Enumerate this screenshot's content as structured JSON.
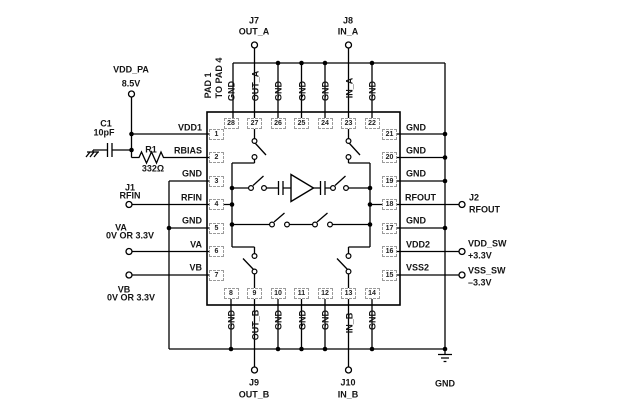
{
  "left_rail": {
    "supply": "VDD_PA",
    "voltage": "8.5V"
  },
  "c1": {
    "ref": "C1",
    "value": "10pF"
  },
  "r1": {
    "ref": "R1",
    "value": "332Ω"
  },
  "j1": {
    "ref": "J1",
    "name": "RFIN"
  },
  "j2": {
    "ref": "J2",
    "name": "RFOUT"
  },
  "j7": {
    "ref": "J7",
    "name": "OUT_A"
  },
  "j8": {
    "ref": "J8",
    "name": "IN_A"
  },
  "j9": {
    "ref": "J9",
    "name": "OUT_B"
  },
  "j10": {
    "ref": "J10",
    "name": "IN_B"
  },
  "va": {
    "name": "VA",
    "range": "0V OR 3.3V"
  },
  "vb": {
    "name": "VB",
    "range": "0V OR 3.3V"
  },
  "vdd_sw": {
    "name": "VDD_SW",
    "voltage": "+3.3V"
  },
  "vss_sw": {
    "name": "VSS_SW",
    "voltage": "–3.3V"
  },
  "gnd_label": "GND",
  "pad_note": {
    "line1": "PAD 1",
    "line2": "TO PAD 4"
  },
  "chip": {
    "pins_top": [
      {
        "num": "28",
        "label": "GND"
      },
      {
        "num": "27",
        "label": "OUT_A"
      },
      {
        "num": "26",
        "label": "GND"
      },
      {
        "num": "25",
        "label": "GND"
      },
      {
        "num": "24",
        "label": "GND"
      },
      {
        "num": "23",
        "label": "IN_A"
      },
      {
        "num": "22",
        "label": "GND"
      }
    ],
    "pins_bottom": [
      {
        "num": "8",
        "label": "GND"
      },
      {
        "num": "9",
        "label": "OUT_B"
      },
      {
        "num": "10",
        "label": "GND"
      },
      {
        "num": "11",
        "label": "GND"
      },
      {
        "num": "12",
        "label": "GND"
      },
      {
        "num": "13",
        "label": "IN_B"
      },
      {
        "num": "14",
        "label": "GND"
      }
    ],
    "pins_left": [
      {
        "num": "1",
        "label": "VDD1"
      },
      {
        "num": "2",
        "label": "RBIAS"
      },
      {
        "num": "3",
        "label": "GND"
      },
      {
        "num": "4",
        "label": "RFIN"
      },
      {
        "num": "5",
        "label": "GND"
      },
      {
        "num": "6",
        "label": "VA"
      },
      {
        "num": "7",
        "label": "VB"
      }
    ],
    "pins_right": [
      {
        "num": "21",
        "label": "GND"
      },
      {
        "num": "20",
        "label": "GND"
      },
      {
        "num": "19",
        "label": "GND"
      },
      {
        "num": "18",
        "label": "RFOUT"
      },
      {
        "num": "17",
        "label": "GND"
      },
      {
        "num": "16",
        "label": "VDD2"
      },
      {
        "num": "15",
        "label": "VSS2"
      }
    ]
  }
}
